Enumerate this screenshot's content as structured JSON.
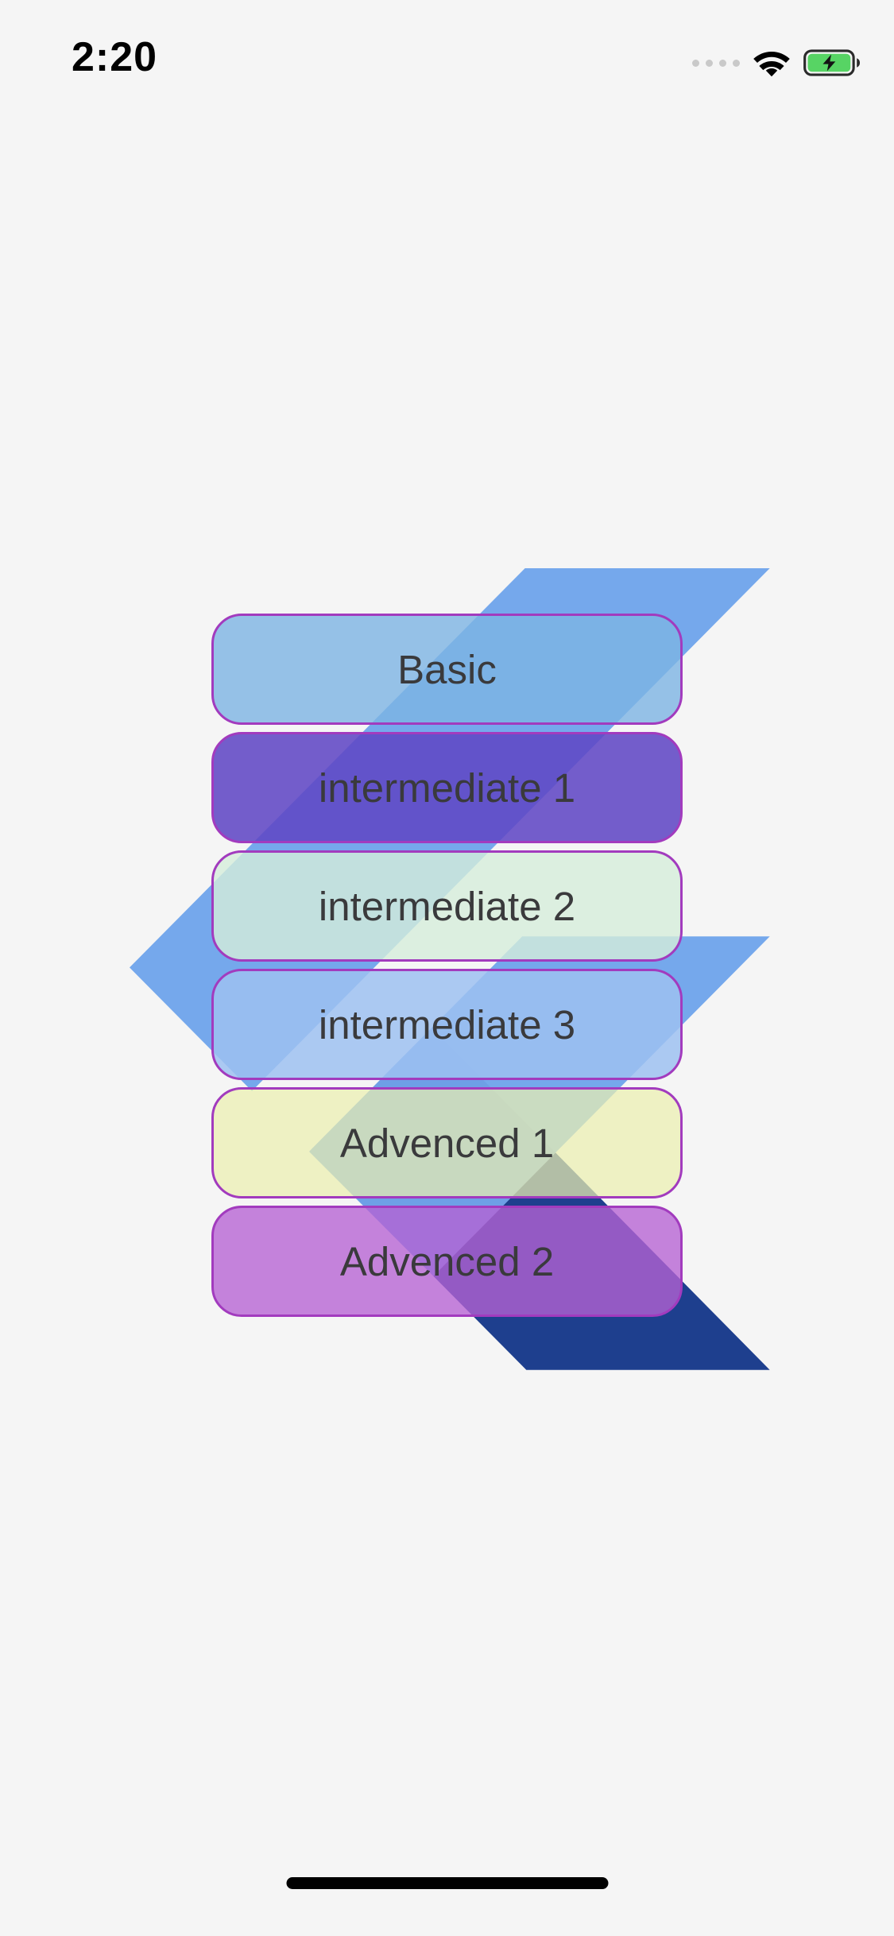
{
  "status_bar": {
    "time": "2:20",
    "signal_dots_count": 4,
    "icons": {
      "signal": "signal-dots",
      "wifi": "wifi-icon",
      "battery": "battery-charging-icon"
    },
    "battery_color": "#57D464",
    "dot_color": "#C9C9C9"
  },
  "menu": {
    "border_color": "#A23BBE",
    "text_color": "#3A3A3C",
    "buttons": [
      {
        "label": "Basic",
        "bg": "rgba(125,180,228,0.80)"
      },
      {
        "label": "intermediate 1",
        "bg": "rgba(95,70,196,0.87)"
      },
      {
        "label": "intermediate 2",
        "bg": "rgba(214,238,219,0.80)"
      },
      {
        "label": "intermediate 3",
        "bg": "rgba(158,193,241,0.85)"
      },
      {
        "label": "Advenced 1",
        "bg": "rgba(235,240,176,0.72)"
      },
      {
        "label": "Advenced 2",
        "bg": "rgba(182,98,212,0.78)"
      }
    ]
  },
  "background": {
    "page_color": "#F5F5F5",
    "logo": "flutter-logo",
    "flutter_logo_colors": {
      "wing": "#75A8EC",
      "fold": "#6E9FE6",
      "shadow": "#1E3F8E"
    }
  },
  "home_indicator_color": "#000000"
}
